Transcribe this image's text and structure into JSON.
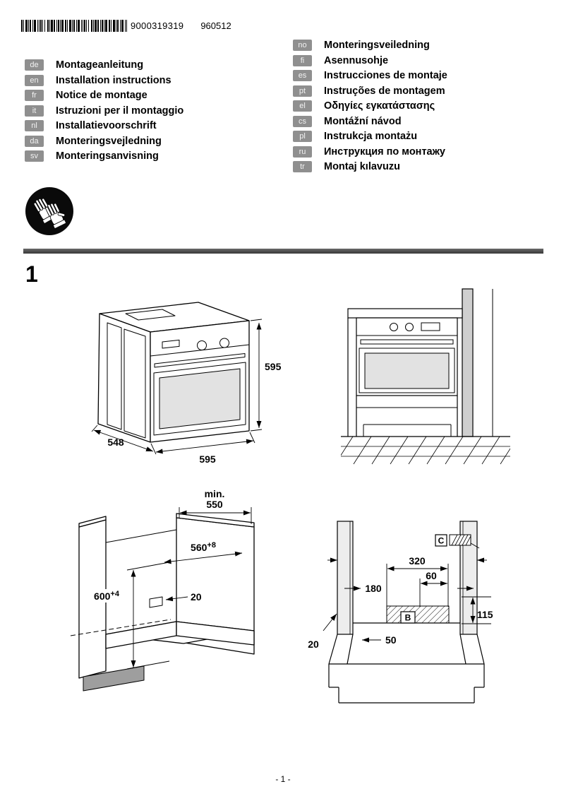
{
  "header": {
    "barcode_number": "9000319319",
    "doc_code": "960512"
  },
  "languages": {
    "left": [
      {
        "code": "de",
        "title": "Montageanleitung"
      },
      {
        "code": "en",
        "title": "Installation instructions"
      },
      {
        "code": "fr",
        "title": "Notice de montage"
      },
      {
        "code": "it",
        "title": "Istruzioni per il montaggio"
      },
      {
        "code": "nl",
        "title": "Installatievoorschrift"
      },
      {
        "code": "da",
        "title": "Monteringsvejledning"
      },
      {
        "code": "sv",
        "title": "Monteringsanvisning"
      }
    ],
    "right": [
      {
        "code": "no",
        "title": "Monteringsveiledning"
      },
      {
        "code": "fi",
        "title": "Asennusohje"
      },
      {
        "code": "es",
        "title": "Instrucciones de montaje"
      },
      {
        "code": "pt",
        "title": "Instruções de montagem"
      },
      {
        "code": "el",
        "title": "Οδηγίες εγκατάστασης"
      },
      {
        "code": "cs",
        "title": "Montážní návod"
      },
      {
        "code": "pl",
        "title": "Instrukcja montażu"
      },
      {
        "code": "ru",
        "title": "Инструкция по монтажу"
      },
      {
        "code": "tr",
        "title": "Montaj kılavuzu"
      }
    ]
  },
  "section": {
    "number": "1"
  },
  "figure_oven": {
    "height": "595",
    "width": "595",
    "depth": "548"
  },
  "figure_cabinet": {
    "min_label": "min.",
    "depth_min": "550",
    "niche_width": {
      "base": "560",
      "sup": "+8"
    },
    "niche_height": {
      "base": "600",
      "sup": "+4"
    },
    "gap": "20"
  },
  "figure_niche": {
    "dim_320": "320",
    "dim_60": "60",
    "dim_180": "180",
    "dim_115": "115",
    "dim_50": "50",
    "dim_20": "20",
    "zone_label": "B",
    "box_label": "C"
  },
  "footer": {
    "page_number": "- 1 -"
  }
}
